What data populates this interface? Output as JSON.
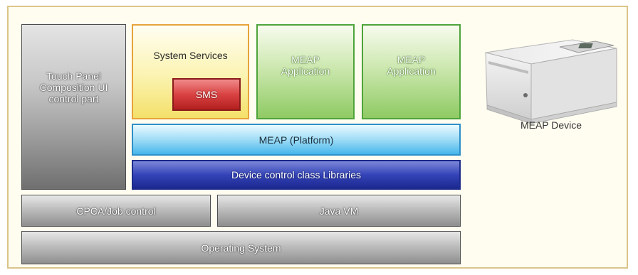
{
  "diagram": {
    "touch_panel": "Touch Panel Composition UI control part",
    "system_services": "System Services",
    "sms": "SMS",
    "meap_app_1": "MEAP Application",
    "meap_app_2": "MEAP Application",
    "platform": "MEAP (Platform)",
    "libraries": "Device control class Libraries",
    "cpca": "CPCA/Job control",
    "java_vm": "Java VM",
    "os": "Operating System",
    "device_label": "MEAP Device"
  },
  "icons": {
    "device": "printer-icon"
  },
  "colors": {
    "frame_border": "#dcc48a",
    "system_services_border": "#e8a33a",
    "sms": "#c92f2f",
    "meap_application": "#8fca63",
    "platform": "#46b6ea",
    "libraries": "#2a36a8",
    "gray_layer": "#9a9a9a"
  }
}
